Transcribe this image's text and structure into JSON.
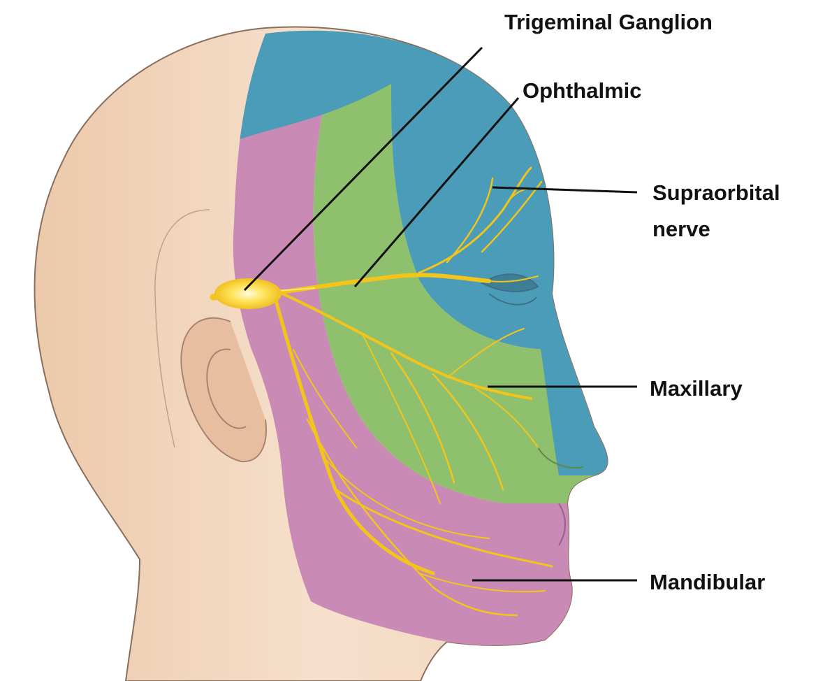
{
  "labels": {
    "trigeminal_ganglion": "Trigeminal Ganglion",
    "ophthalmic": "Ophthalmic",
    "supraorbital_line1": "Supraorbital",
    "supraorbital_line2": "nerve",
    "maxillary": "Maxillary",
    "mandibular": "Mandibular"
  },
  "colors": {
    "background": "#ffffff",
    "skin": "#f3d9c2",
    "skin_outline": "#8a6e5c",
    "ophthalmic_region": "#4a9cb8",
    "maxillary_region": "#8fc06e",
    "mandibular_region": "#c98bb6",
    "nerve": "#f3c51a",
    "leader_line": "#111111"
  }
}
